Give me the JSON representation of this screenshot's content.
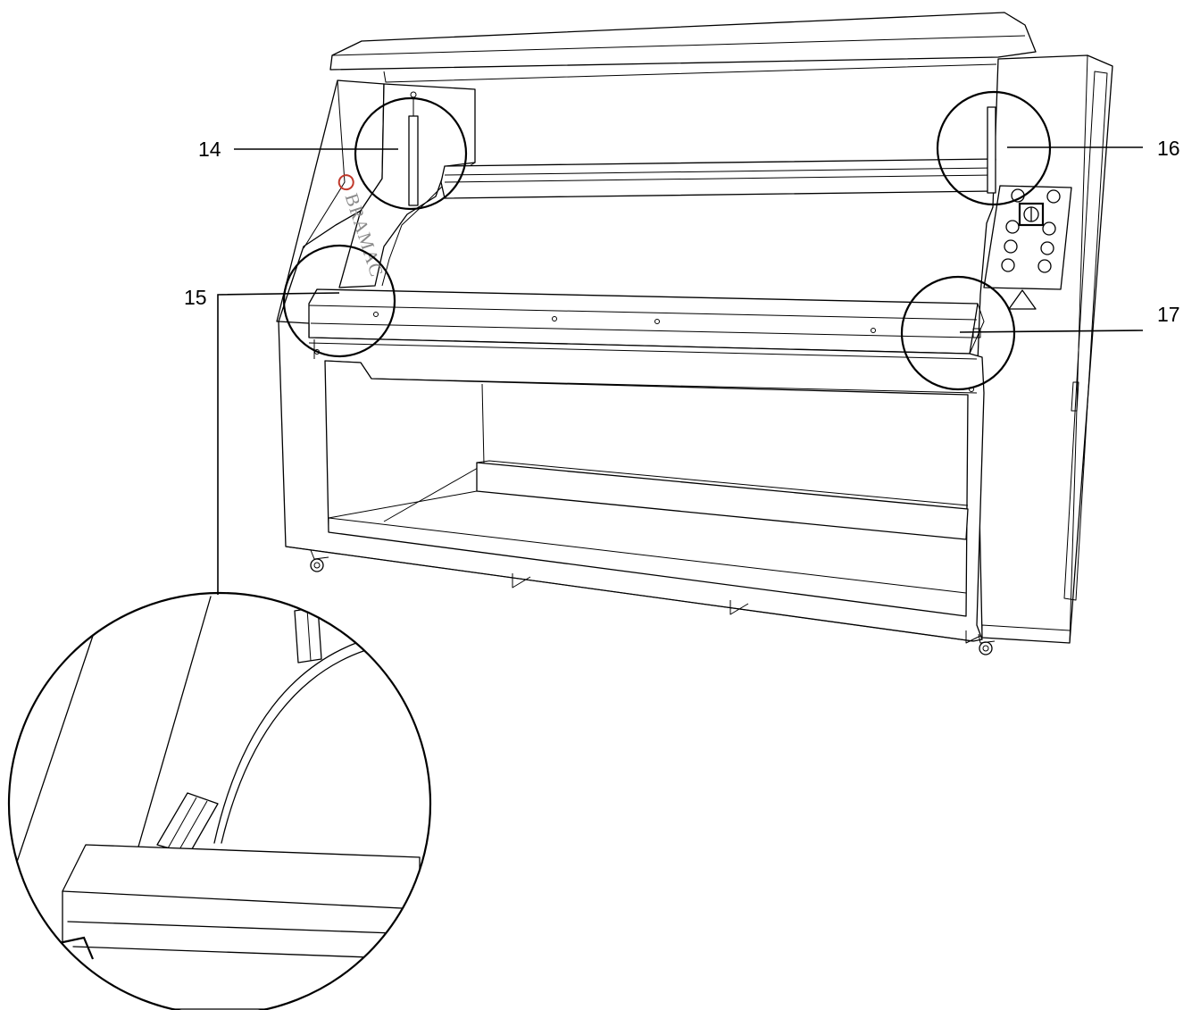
{
  "callouts": {
    "c14": "14",
    "c15": "15",
    "c16": "16",
    "c17": "17"
  },
  "brand": {
    "logo_text": "BRAMAC",
    "logo_color": "#8a8a8a",
    "emblem_color": "#c0392b"
  },
  "icons": {
    "warning": "warning-triangle-icon",
    "power": "power-switch-icon"
  }
}
